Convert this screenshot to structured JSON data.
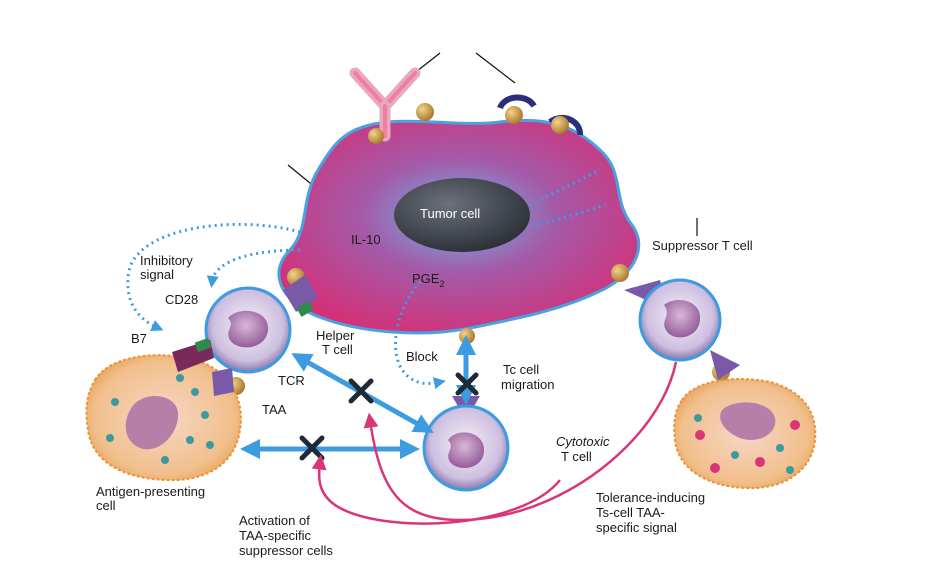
{
  "labels": {
    "tumor_cell": "Tumor cell",
    "il10": "IL-10",
    "pge2_main": "PGE",
    "pge2_sub": "2",
    "suppressor_t_cell": "Suppressor T cell",
    "inhibitory_1": "Inhibitory",
    "inhibitory_2": "signal",
    "cd28": "CD28",
    "b7": "B7",
    "helper_1": "Helper",
    "helper_2": "T cell",
    "block": "Block",
    "tc_1": "Tc cell",
    "tc_2": "migration",
    "tcr": "TCR",
    "taa": "TAA",
    "cytotoxic_1": "Cytotoxic",
    "cytotoxic_2": "T cell",
    "apc_1": "Antigen-presenting",
    "apc_2": "cell",
    "activation_1": "Activation of",
    "activation_2": "TAA-specific",
    "activation_3": "suppressor cells",
    "tolerance_1": "Tolerance-inducing",
    "tolerance_2": "Ts-cell TAA-",
    "tolerance_3": "specific signal"
  },
  "colors": {
    "tumor_fill": "#d6307a",
    "tumor_outline": "#4aa3e0",
    "nucleus": "#3a3f47",
    "arrow_blue": "#3d9be0",
    "arrow_pink": "#d8357a",
    "ligand": "#c9953a",
    "receptor_purple": "#7a5aa8",
    "apc_fill": "#f2b36a"
  }
}
